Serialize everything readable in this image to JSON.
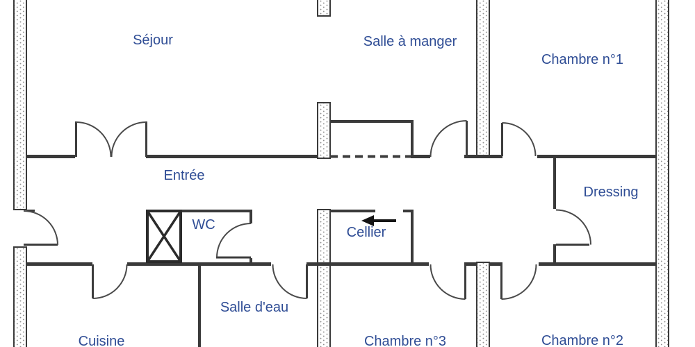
{
  "meta": {
    "type": "apartment-floor-plan"
  },
  "colors": {
    "wall": "#3a3a3a",
    "hatch_dot": "#8f8f8f",
    "label_text": "#2f4d95",
    "arrow": "#141414",
    "background": "#ffffff"
  },
  "rooms": {
    "sejour": "Séjour",
    "salle_a_manger": "Salle à manger",
    "chambre_1": "Chambre n°1",
    "entree": "Entrée",
    "dressing": "Dressing",
    "wc": "WC",
    "cellier": "Cellier",
    "salle_d_eau": "Salle d'eau",
    "cuisine": "Cuisine",
    "chambre_3": "Chambre n°3",
    "chambre_2": "Chambre n°2"
  },
  "icons": {
    "entrance_arrow": "left-arrow-icon"
  }
}
